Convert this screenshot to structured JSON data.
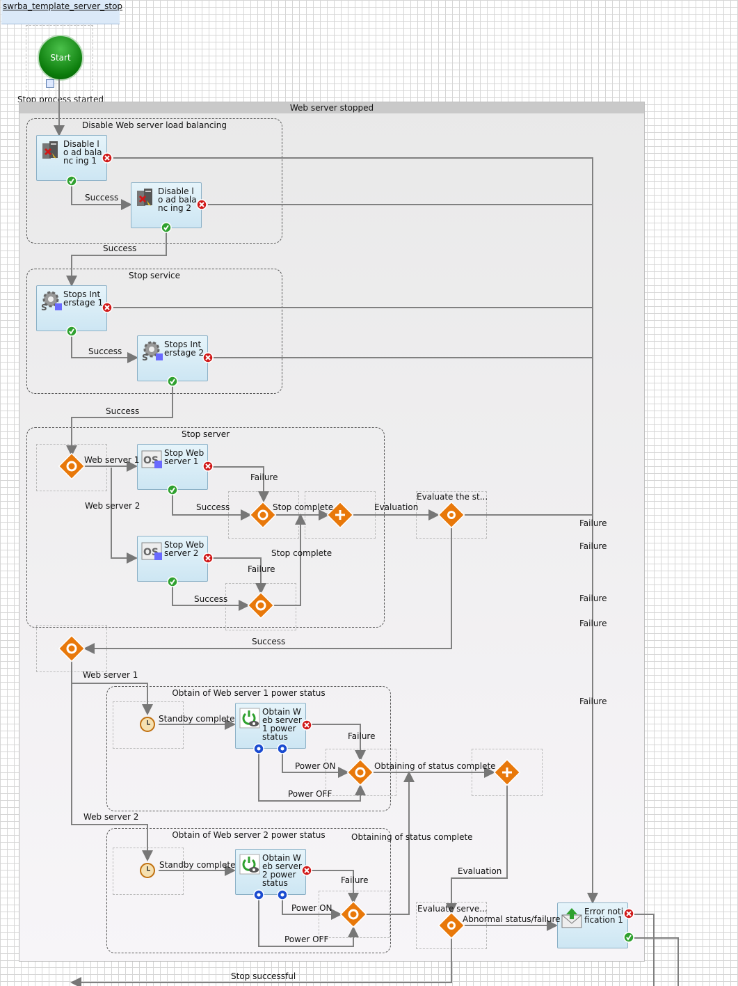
{
  "tab": {
    "title": "swrba_template_server_stop"
  },
  "start": {
    "label": "Start",
    "edge_label": "Stop process started"
  },
  "container": {
    "title": "Web server stopped"
  },
  "groups": {
    "disable_lb": "Disable Web server load balancing",
    "stop_service": "Stop service",
    "stop_server": "Stop server",
    "obtain1": "Obtain of Web server 1 power status",
    "obtain2": "Obtain of Web server 2 power status"
  },
  "tasks": {
    "disable1": "Disable lo ad balanc ing 1",
    "disable2": "Disable lo ad balanc ing 2",
    "stops1": "Stops Int erstage 1",
    "stops2": "Stops Int erstage 2",
    "stopweb1": "Stop Web server 1",
    "stopweb2": "Stop Web server 2",
    "obtainw1": "Obtain W eb server 1 power status",
    "obtainw2": "Obtain W eb server 2 power status",
    "error_notification": "Error noti fication 1"
  },
  "labels": {
    "success": "Success",
    "failure": "Failure",
    "web_server_1": "Web server 1",
    "web_server_2": "Web server 2",
    "stop_complete": "Stop complete",
    "evaluation": "Evaluation",
    "evaluate_state": "Evaluate the st...",
    "evaluate_server": "Evaluate serve...",
    "standby_complete": "Standby complete",
    "power_on": "Power ON",
    "power_off": "Power OFF",
    "obtaining_complete": "Obtaining of status complete",
    "abnormal": "Abnormal status/failure",
    "stop_successful": "Stop successful"
  },
  "colors": {
    "start": "#0a7a0a",
    "gateway": "#e8780a",
    "error": "#d01818",
    "ok": "#2fa12f",
    "task_bg": "#d6ebf5"
  }
}
